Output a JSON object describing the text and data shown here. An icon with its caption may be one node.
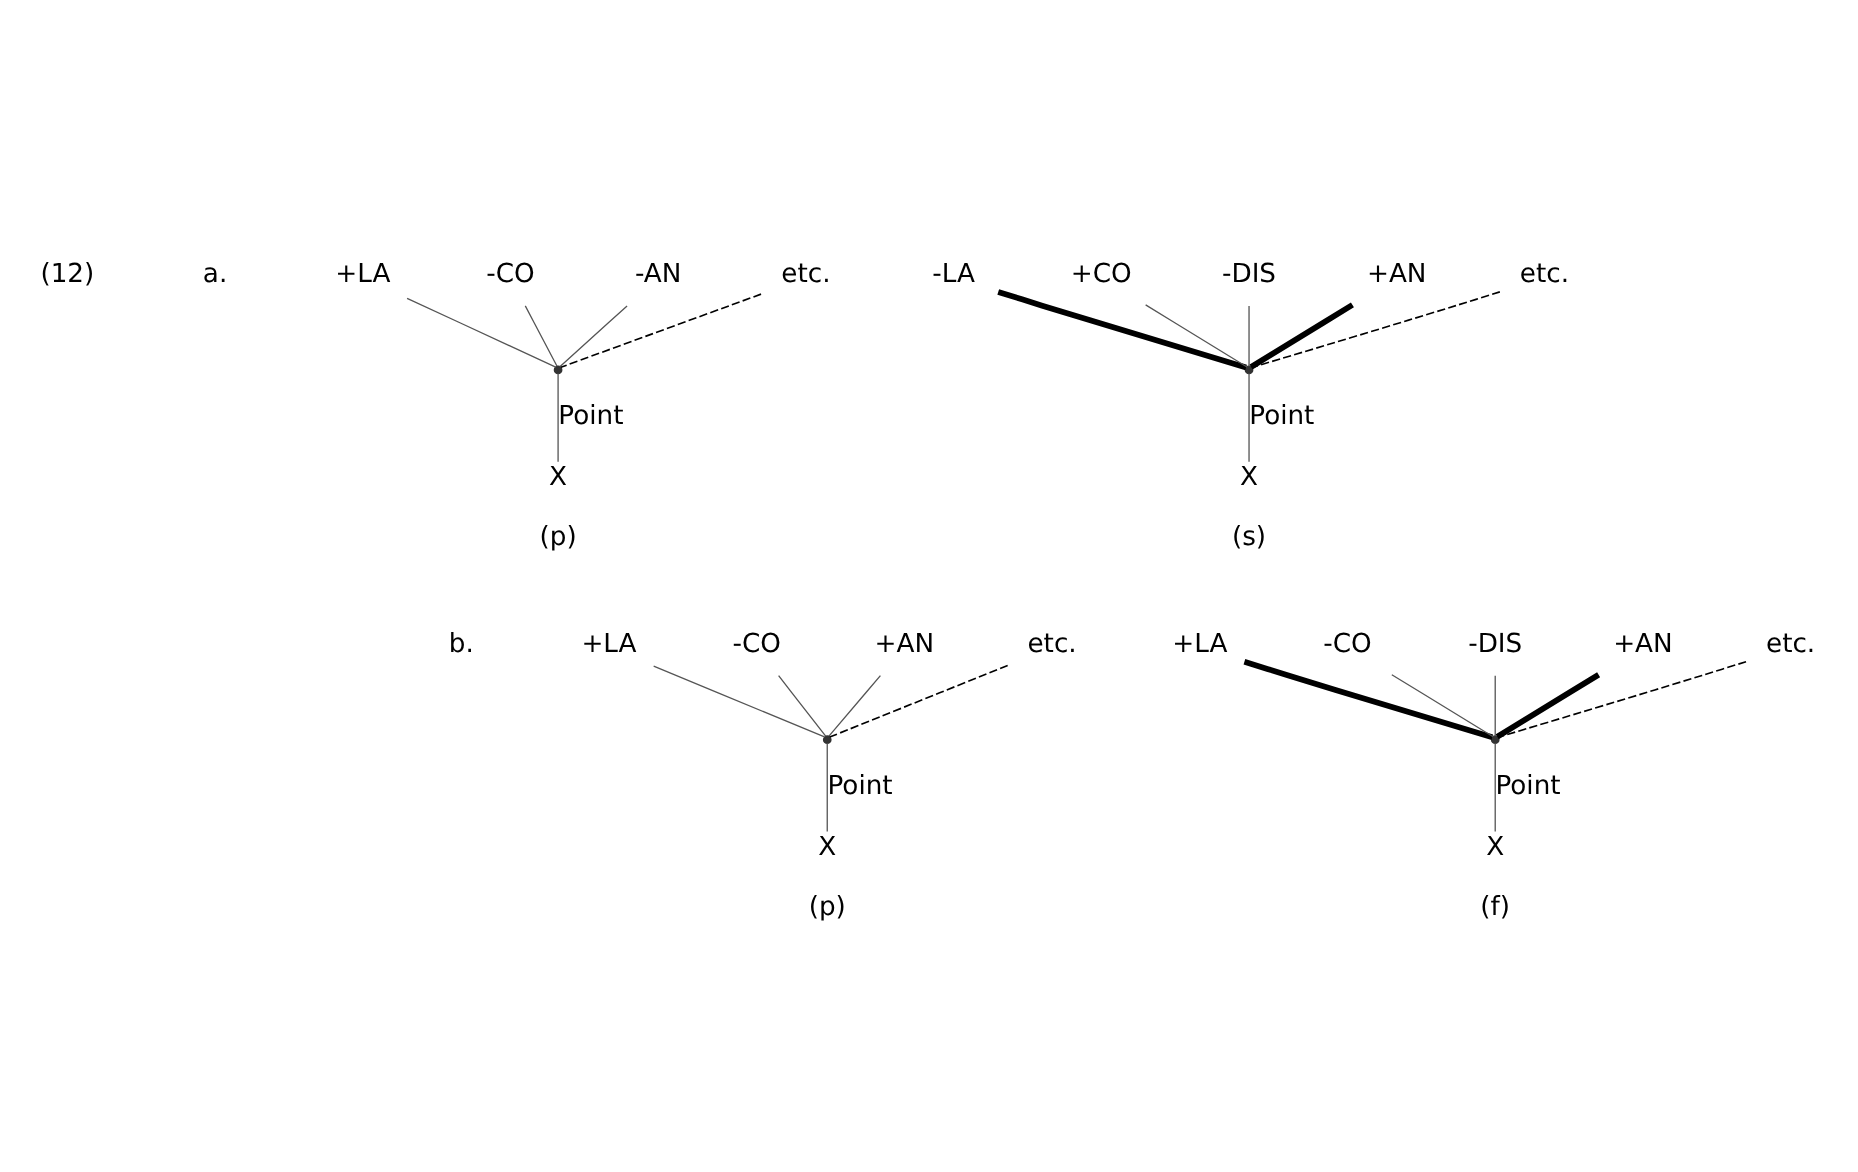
{
  "diagram": {
    "nodes": [
      {
        "text": [
          "+LA"
        ]
      },
      {
        "text": [
          "-CO"
        ]
      },
      {
        "text": [
          "-AN"
        ]
      },
      {
        "text": [
          "etc."
        ]
      },
      {
        "text": [],
        "shape": "point"
      },
      {
        "text": [
          "X"
        ],
        "beside": [
          "(p)"
        ]
      },
      {
        "text": [
          "-LA"
        ]
      },
      {
        "text": [
          "+CO"
        ]
      },
      {
        "text": [
          "-DIS"
        ]
      },
      {
        "text": [
          "+AN"
        ]
      },
      {
        "text": [
          "etc."
        ]
      },
      {
        "text": [],
        "shape": "point"
      },
      {
        "text": [
          "X"
        ],
        "beside": [
          "(s)"
        ]
      },
      {
        "text": [
          "+LA"
        ]
      },
      {
        "text": [
          "-CO"
        ]
      },
      {
        "text": [
          "+AN"
        ]
      },
      {
        "text": [
          "etc."
        ]
      },
      {
        "text": [],
        "shape": "point"
      },
      {
        "text": [
          "X"
        ],
        "beside": [
          "(p)"
        ]
      },
      {
        "text": [
          "+LA"
        ]
      },
      {
        "text": [
          "-CO"
        ]
      },
      {
        "text": [
          "-DIS"
        ]
      },
      {
        "text": [
          "+AN"
        ]
      },
      {
        "text": [
          "etc."
        ]
      },
      {
        "text": [],
        "shape": "point"
      },
      {
        "text": [
          "X"
        ],
        "beside": [
          "(f)"
        ]
      }
    ],
    "edges": [
      {
        "from": 0,
        "to": 4,
        "arrow": "none"
      },
      {
        "from": 1,
        "to": 4,
        "arrow": "none"
      },
      {
        "from": 2,
        "to": 4,
        "arrow": "none"
      },
      {
        "from": 3,
        "to": 4,
        "arrow": "none",
        "style": "dashed"
      },
      {
        "from": 4,
        "to": 5,
        "arrow": "none",
        "label": "Point"
      },
      {
        "from": 6,
        "to": 11,
        "arrow": "none",
        "style": "thick"
      },
      {
        "from": 7,
        "to": 11,
        "arrow": "none"
      },
      {
        "from": 8,
        "to": 11,
        "arrow": "none"
      },
      {
        "from": 9,
        "to": 11,
        "arrow": "none",
        "style": "thick"
      },
      {
        "from": 10,
        "to": 11,
        "arrow": "none",
        "style": "dashed"
      },
      {
        "from": 11,
        "to": 12,
        "arrow": "none",
        "label": "Point"
      },
      {
        "from": 13,
        "to": 17,
        "arrow": "none"
      },
      {
        "from": 14,
        "to": 17,
        "arrow": "none"
      },
      {
        "from": 15,
        "to": 17,
        "arrow": "none"
      },
      {
        "from": 16,
        "to": 17,
        "arrow": "none",
        "style": "dashed"
      },
      {
        "from": 17,
        "to": 18,
        "arrow": "none",
        "label": "Point"
      },
      {
        "from": 19,
        "to": 24,
        "arrow": "none",
        "style": "thick"
      },
      {
        "from": 20,
        "to": 24,
        "arrow": "none"
      },
      {
        "from": 21,
        "to": 24,
        "arrow": "none"
      },
      {
        "from": 22,
        "to": 24,
        "arrow": "none",
        "style": "thick"
      },
      {
        "from": 23,
        "to": 24,
        "arrow": "none",
        "style": "dashed"
      },
      {
        "from": 24,
        "to": 25,
        "arrow": "none",
        "label": "Point"
      }
    ],
    "labels": [
      "(12)",
      "a.",
      "b."
    ]
  }
}
